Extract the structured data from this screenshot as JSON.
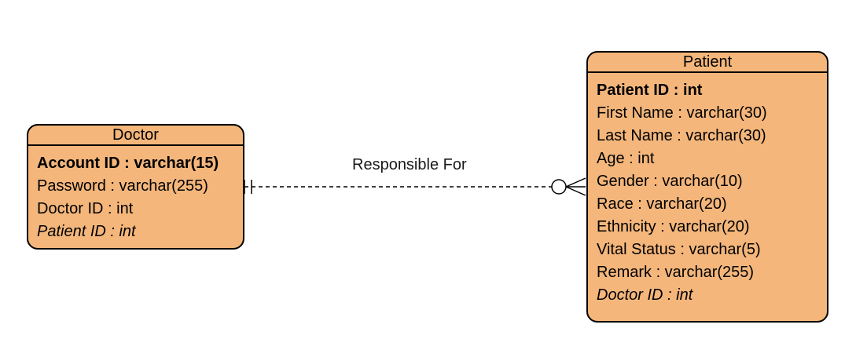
{
  "colors": {
    "entity_fill": "#f4b67b",
    "border": "#000000",
    "line": "#000000"
  },
  "doctor": {
    "title": "Doctor",
    "attributes": [
      {
        "text": "Account ID : varchar(15)",
        "kind": "primary-key"
      },
      {
        "text": "Password : varchar(255)",
        "kind": "normal"
      },
      {
        "text": "Doctor ID : int",
        "kind": "normal"
      },
      {
        "text": "Patient ID : int",
        "kind": "foreign-key"
      }
    ]
  },
  "patient": {
    "title": "Patient",
    "attributes": [
      {
        "text": "Patient ID : int",
        "kind": "primary-key"
      },
      {
        "text": "First Name : varchar(30)",
        "kind": "normal"
      },
      {
        "text": "Last Name : varchar(30)",
        "kind": "normal"
      },
      {
        "text": "Age : int",
        "kind": "normal"
      },
      {
        "text": "Gender : varchar(10)",
        "kind": "normal"
      },
      {
        "text": "Race : varchar(20)",
        "kind": "normal"
      },
      {
        "text": "Ethnicity : varchar(20)",
        "kind": "normal"
      },
      {
        "text": "Vital Status : varchar(5)",
        "kind": "normal"
      },
      {
        "text": "Remark : varchar(255)",
        "kind": "normal"
      },
      {
        "text": "Doctor ID : int",
        "kind": "foreign-key"
      }
    ]
  },
  "relationship": {
    "label": "Responsible For",
    "line_style": "dashed",
    "doctor_end": "exactly-one",
    "patient_end": "zero-or-many"
  }
}
